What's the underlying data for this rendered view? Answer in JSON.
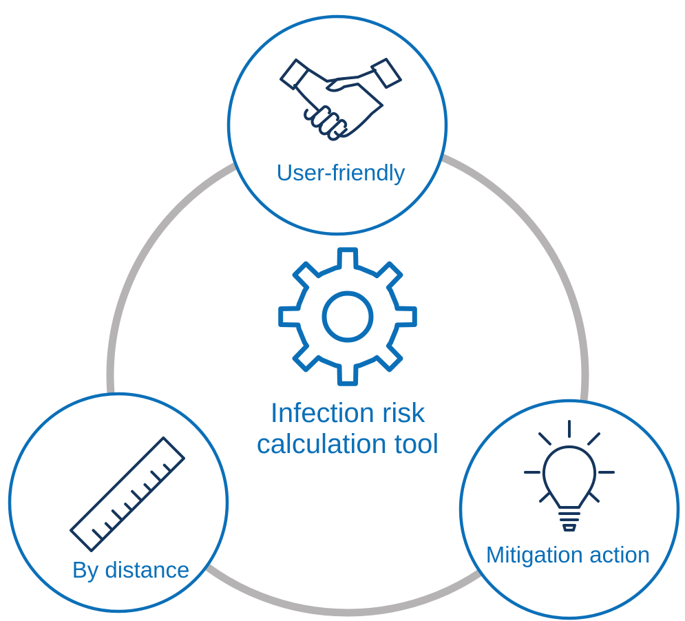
{
  "colors": {
    "accent": "#0b6fb8",
    "icon_dark": "#15355c",
    "ring": "#b5b3b3",
    "background": "#ffffff"
  },
  "center": {
    "icon": "gear-icon",
    "label": "Infection risk calculation tool"
  },
  "nodes": [
    {
      "id": "user-friendly",
      "label": "User-friendly",
      "icon": "handshake-icon"
    },
    {
      "id": "by-distance",
      "label": "By distance",
      "icon": "ruler-icon"
    },
    {
      "id": "mitigation-action",
      "label": "Mitigation action",
      "icon": "lightbulb-icon"
    }
  ]
}
